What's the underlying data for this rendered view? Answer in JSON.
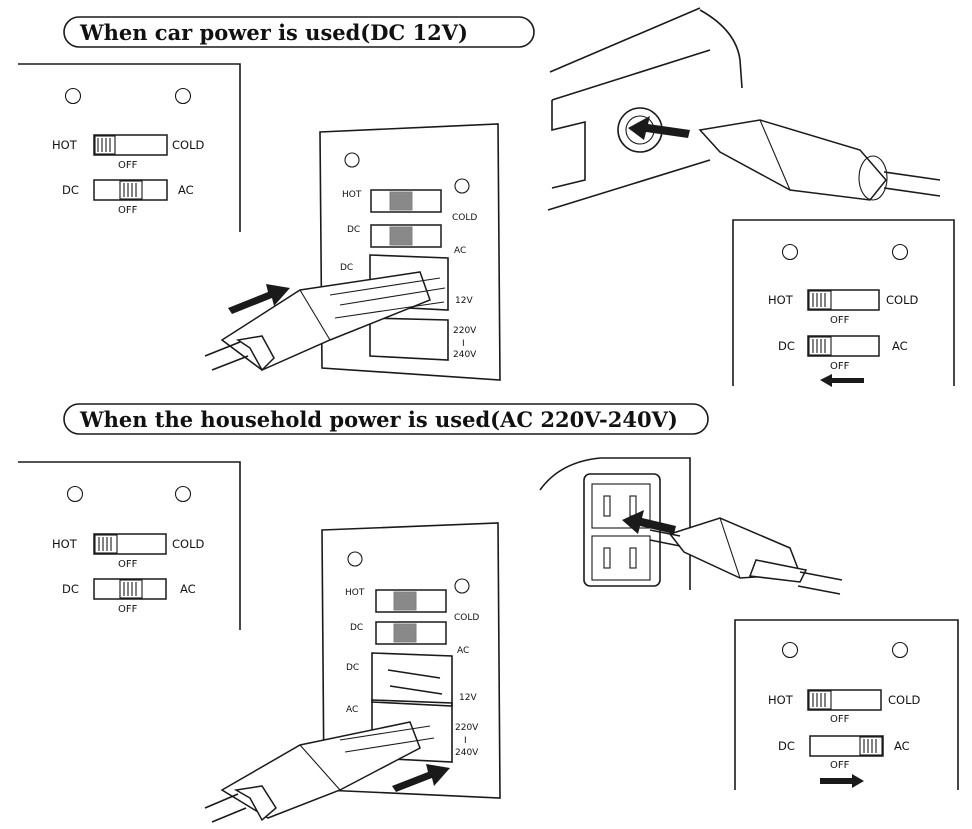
{
  "titles": {
    "car": "When car power is used(DC 12V)",
    "household": "When the household power is used(AC 220V-240V)"
  },
  "switch_labels": {
    "hot": "HOT",
    "cold": "COLD",
    "dc": "DC",
    "ac": "AC",
    "off": "OFF"
  },
  "socket_labels": {
    "dc": "DC",
    "ac": "AC",
    "v12": "12V",
    "v220": "220V",
    "sep": "I",
    "v240": "240V"
  },
  "icons": [
    "arrow-icon",
    "car-lighter-socket-icon",
    "wall-outlet-icon",
    "plug-icon"
  ]
}
